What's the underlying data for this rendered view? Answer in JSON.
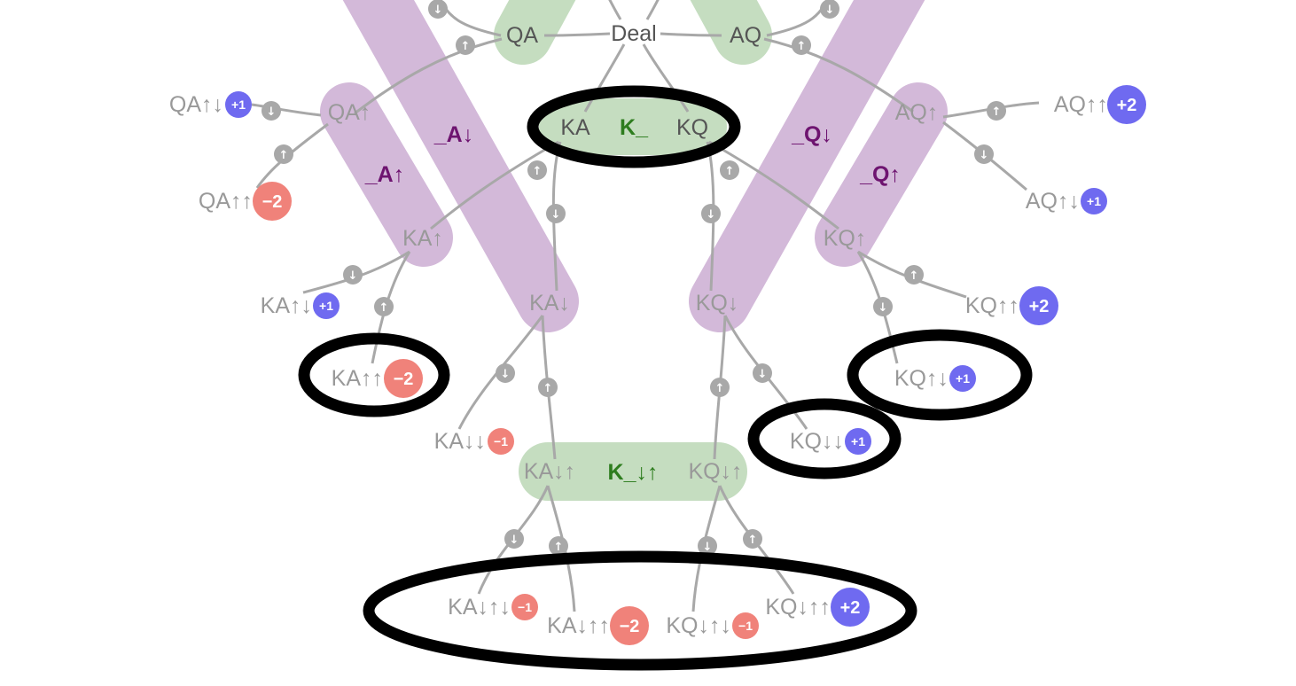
{
  "root": {
    "label": "Deal"
  },
  "info_sets": [
    {
      "id": "top-left-green",
      "color": "#c5ddc0",
      "label": ""
    },
    {
      "id": "top-right-green",
      "color": "#c5ddc0",
      "label": ""
    },
    {
      "id": "big-left-purple",
      "color": "#d3b9d9",
      "label": "_A↓"
    },
    {
      "id": "big-right-purple",
      "color": "#d3b9d9",
      "label": "_Q↓"
    },
    {
      "id": "small-left-purple",
      "color": "#d3b9d9",
      "label": "_A↑"
    },
    {
      "id": "small-right-purple",
      "color": "#d3b9d9",
      "label": "_Q↑"
    },
    {
      "id": "k-green",
      "color": "#c5ddc0",
      "label": "K_"
    },
    {
      "id": "k-down-up-green",
      "color": "#c5ddc0",
      "label": "K_↓↑"
    }
  ],
  "nodes": {
    "qa": "QA",
    "aq": "AQ",
    "ka": "KA",
    "kq": "KQ",
    "qa_up": "QA↑",
    "aq_up": "AQ↑",
    "ka_up": "KA↑",
    "kq_up": "KQ↑",
    "ka_down": "KA↓",
    "kq_down": "KQ↓",
    "ka_down_up": "KA↓↑",
    "kq_down_up": "KQ↓↑"
  },
  "terminals": [
    {
      "id": "qa-up-down",
      "label": "QA↑↓",
      "payoff": "+1"
    },
    {
      "id": "qa-up-up",
      "label": "QA↑↑",
      "payoff": "−2"
    },
    {
      "id": "aq-up-up",
      "label": "AQ↑↑",
      "payoff": "+2"
    },
    {
      "id": "aq-up-down",
      "label": "AQ↑↓",
      "payoff": "+1"
    },
    {
      "id": "ka-up-down",
      "label": "KA↑↓",
      "payoff": "+1"
    },
    {
      "id": "ka-up-up",
      "label": "KA↑↑",
      "payoff": "−2"
    },
    {
      "id": "kq-up-up",
      "label": "KQ↑↑",
      "payoff": "+2"
    },
    {
      "id": "kq-up-down",
      "label": "KQ↑↓",
      "payoff": "+1"
    },
    {
      "id": "ka-down-down",
      "label": "KA↓↓",
      "payoff": "−1"
    },
    {
      "id": "kq-down-down",
      "label": "KQ↓↓",
      "payoff": "+1"
    },
    {
      "id": "ka-down-up-down",
      "label": "KA↓↑↓",
      "payoff": "−1"
    },
    {
      "id": "ka-down-up-up",
      "label": "KA↓↑↑",
      "payoff": "−2"
    },
    {
      "id": "kq-down-up-down",
      "label": "KQ↓↑↓",
      "payoff": "−1"
    },
    {
      "id": "kq-down-up-up",
      "label": "KQ↓↑↑",
      "payoff": "+2"
    }
  ],
  "actions": {
    "up": "↑",
    "down": "↓"
  },
  "colors": {
    "positive_payoff": "#6f6af0",
    "negative_payoff": "#f0827a",
    "purple_label": "#6e1470",
    "green_label": "#2e7d1e",
    "edge": "#a8a8a8",
    "highlight_ring": "#000000"
  }
}
